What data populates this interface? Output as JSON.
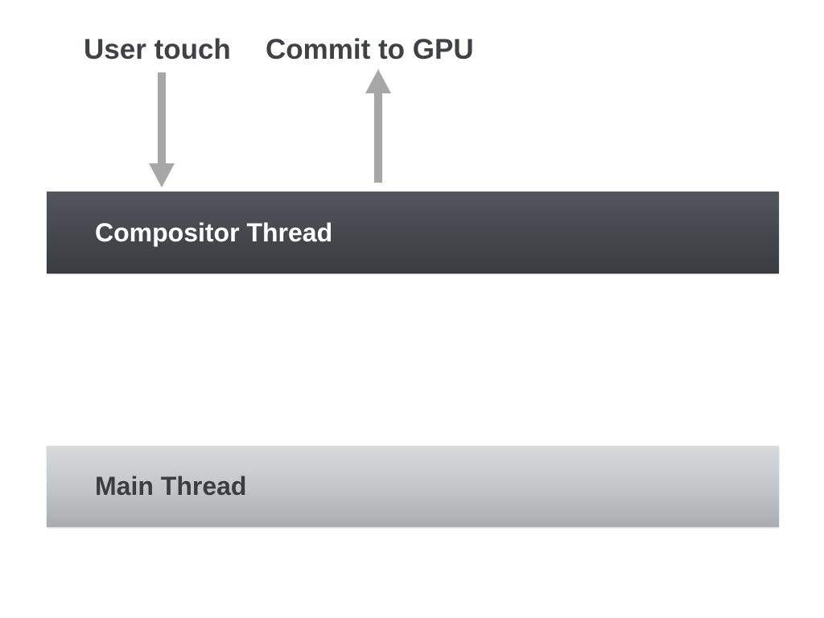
{
  "diagram": {
    "title_context": "browser rendering threads",
    "annotations": {
      "user_touch": {
        "label": "User touch",
        "arrow_direction": "down",
        "arrow_target": "Compositor Thread"
      },
      "commit_to_gpu": {
        "label": "Commit to GPU",
        "arrow_direction": "up",
        "arrow_source": "Compositor Thread"
      }
    },
    "threads": {
      "compositor": {
        "label": "Compositor Thread"
      },
      "main": {
        "label": "Main Thread"
      }
    },
    "colors": {
      "background": "#ffffff",
      "annotation_text": "#3f4245",
      "arrow": "#a7a7a7",
      "compositor_gradient_top": "#53565e",
      "compositor_gradient_bottom": "#393c41",
      "compositor_text": "#ffffff",
      "main_gradient_top": "#d8dadb",
      "main_gradient_bottom": "#a8acac",
      "main_text": "#3a3e41"
    }
  }
}
